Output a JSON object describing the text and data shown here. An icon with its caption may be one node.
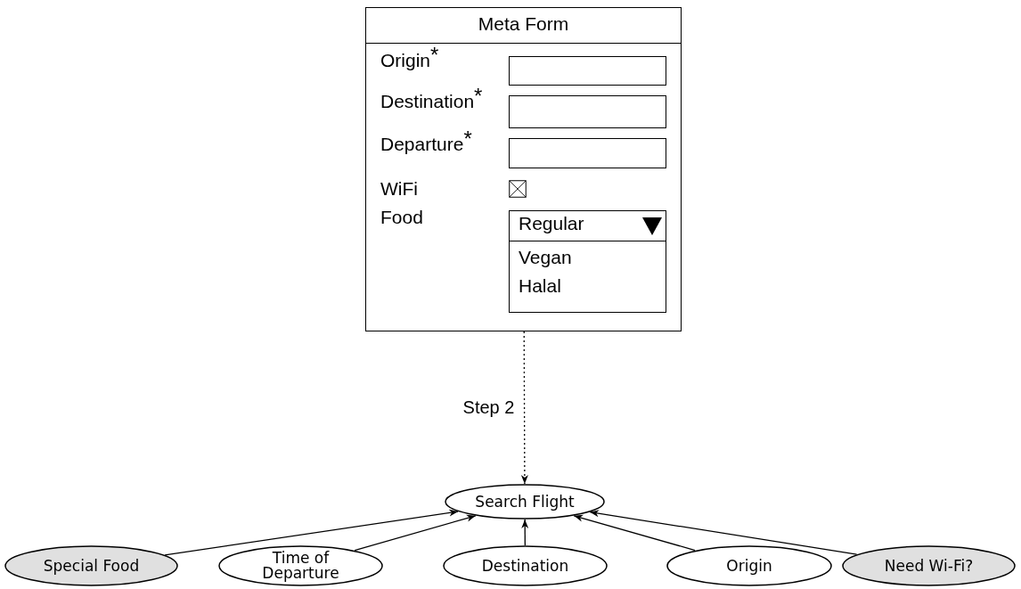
{
  "diagram": {
    "nodes": [
      {
        "text": [
          "Meta Form"
        ]
      },
      {
        "text": [
          "Search Flight"
        ]
      },
      {
        "text": [
          "Special Food"
        ]
      },
      {
        "text": [
          "Time of Departure"
        ]
      },
      {
        "text": [
          "Destination"
        ]
      },
      {
        "text": [
          "Origin"
        ]
      },
      {
        "text": [
          "Need Wi-Fi?"
        ]
      }
    ],
    "edges": [
      {
        "from": 0,
        "to": 1,
        "arrow": "to",
        "label": "Step 2",
        "style": "dashed"
      },
      {
        "from": 2,
        "to": 1,
        "arrow": "to"
      },
      {
        "from": 3,
        "to": 1,
        "arrow": "to"
      },
      {
        "from": 4,
        "to": 1,
        "arrow": "to"
      },
      {
        "from": 5,
        "to": 1,
        "arrow": "to"
      },
      {
        "from": 6,
        "to": 1,
        "arrow": "to"
      }
    ],
    "labels": [
      "Origin$^{*}$",
      "Destination$^{*}$",
      "Departure$^{*}$",
      "WiFi",
      "Food",
      "Regular",
      "Vegan",
      "Halal"
    ]
  }
}
